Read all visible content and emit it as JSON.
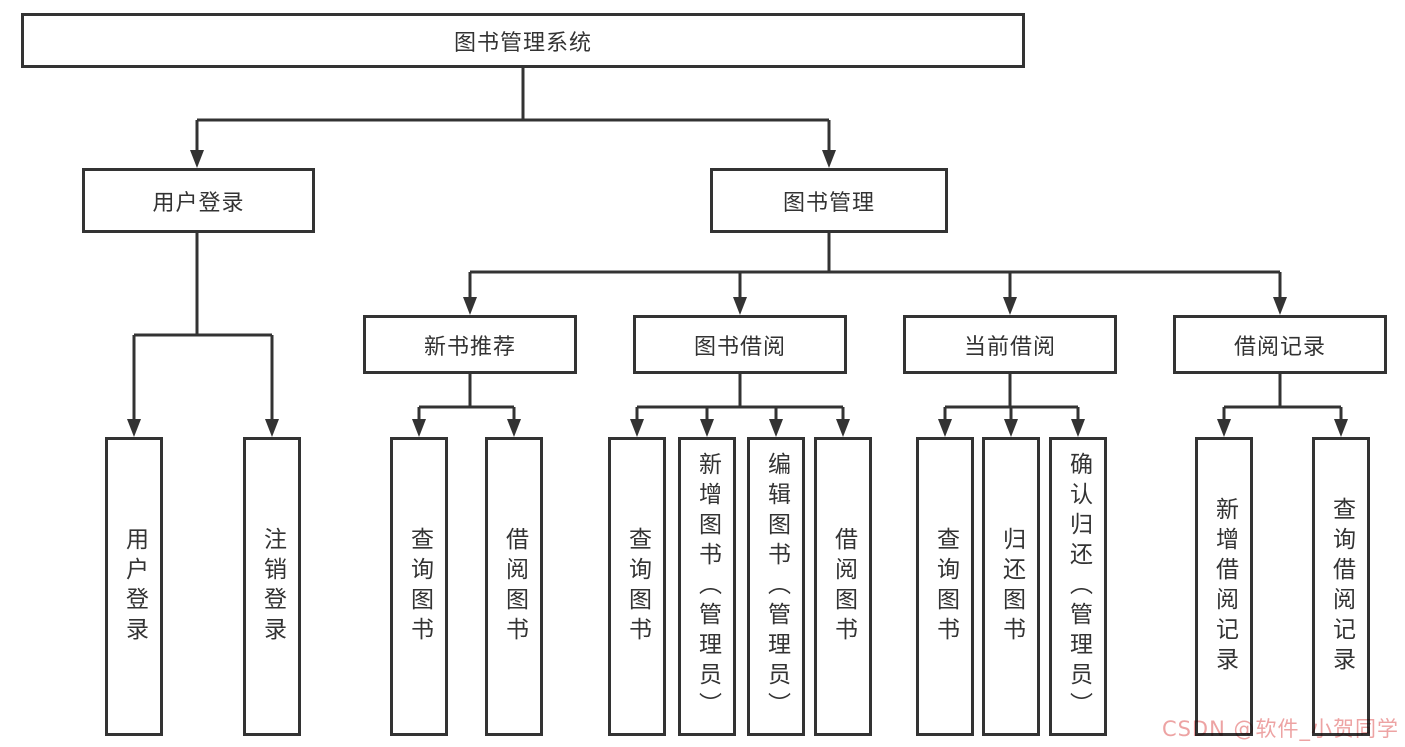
{
  "tree": {
    "root": {
      "label": "图书管理系统"
    },
    "login": {
      "label": "用户登录",
      "children": [
        {
          "label": "用户登录"
        },
        {
          "label": "注销登录"
        }
      ]
    },
    "management": {
      "label": "图书管理",
      "groups": [
        {
          "label": "新书推荐",
          "children": [
            {
              "label": "查询图书"
            },
            {
              "label": "借阅图书"
            }
          ]
        },
        {
          "label": "图书借阅",
          "children": [
            {
              "label": "查询图书"
            },
            {
              "label": "新增图书（管理员）"
            },
            {
              "label": "编辑图书（管理员）"
            },
            {
              "label": "借阅图书"
            }
          ]
        },
        {
          "label": "当前借阅",
          "children": [
            {
              "label": "查询图书"
            },
            {
              "label": "归还图书"
            },
            {
              "label": "确认归还（管理员）"
            }
          ]
        },
        {
          "label": "借阅记录",
          "children": [
            {
              "label": "新增借阅记录"
            },
            {
              "label": "查询借阅记录"
            }
          ]
        }
      ]
    }
  },
  "watermark": {
    "text": "CSDN @软件_小贺同学",
    "color": "#eda3a3"
  },
  "colors": {
    "line": "#333333",
    "text": "#333333",
    "background": "#ffffff"
  }
}
